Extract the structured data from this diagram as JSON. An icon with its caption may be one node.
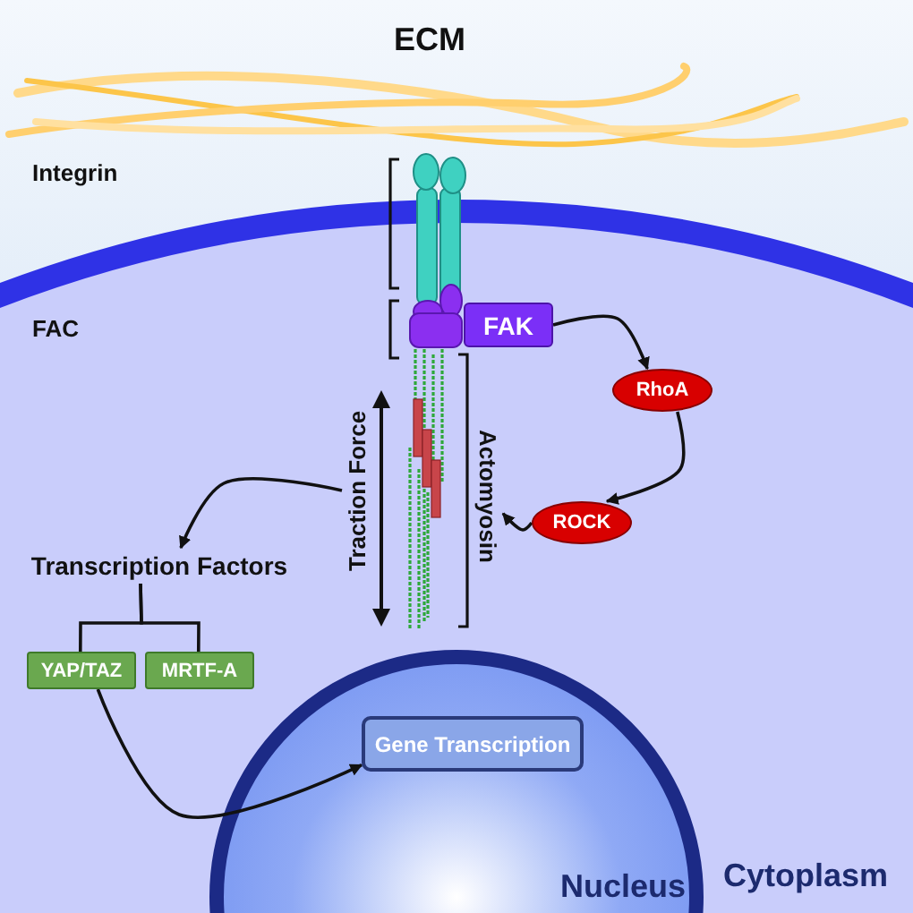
{
  "diagram": {
    "nodes": [
      {
        "text": [
          "FAK"
        ]
      },
      {
        "text": [
          "RhoA"
        ]
      },
      {
        "text": [
          "ROCK"
        ]
      },
      {
        "text": [
          "Actomyosin"
        ]
      },
      {
        "text": [
          "Traction Force"
        ]
      },
      {
        "text": [
          "Transcription Factors"
        ]
      },
      {
        "text": [
          "YAP/TAZ"
        ]
      },
      {
        "text": [
          "MRTF-A"
        ]
      },
      {
        "text": [
          "Nucleus"
        ]
      },
      {
        "text": [
          "Gene Transcription"
        ],
        "in": 8
      }
    ],
    "edges": [
      {
        "from": 0,
        "to": 1,
        "arrow": "to"
      },
      {
        "from": 1,
        "to": 2,
        "arrow": "to"
      },
      {
        "from": 2,
        "to": 3,
        "arrow": "to"
      },
      {
        "from": 4,
        "to": 5,
        "arrow": "to"
      },
      {
        "from": 5,
        "to": 6,
        "arrow": "none"
      },
      {
        "from": 5,
        "to": 7,
        "arrow": "none"
      },
      {
        "from": 6,
        "to": 9,
        "arrow": "to"
      }
    ],
    "labels": [
      "ECM",
      "Integrin",
      "FAC",
      "Cytoplasm"
    ]
  }
}
